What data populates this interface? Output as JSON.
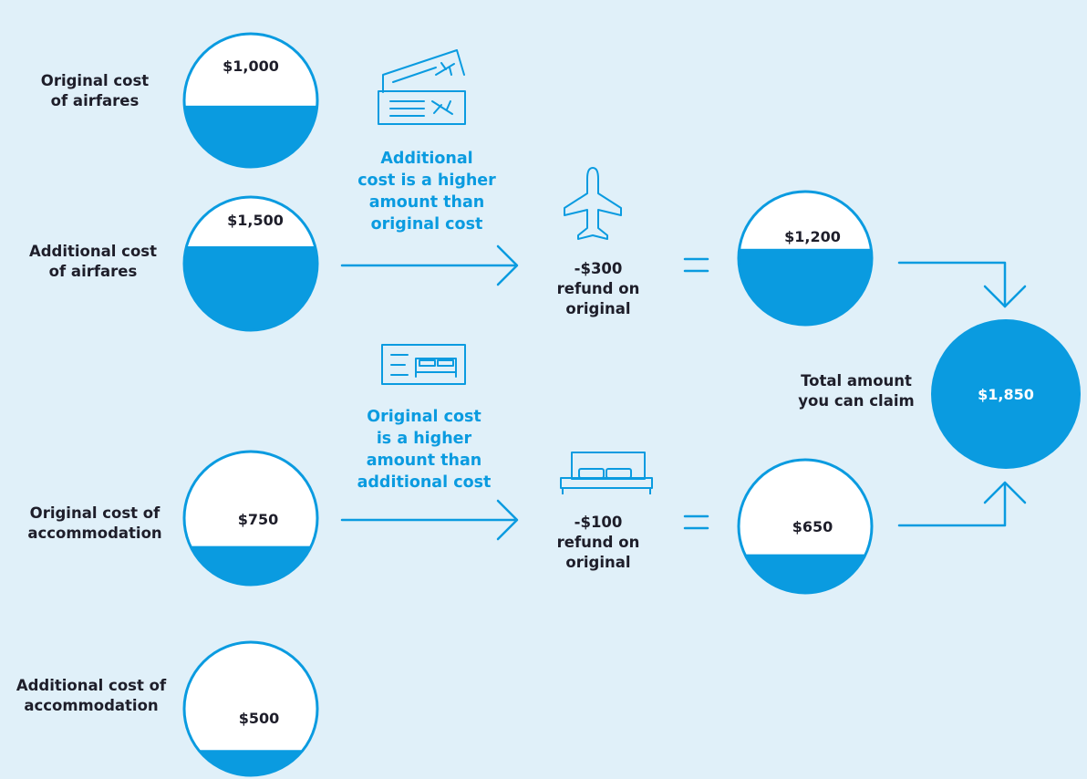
{
  "labels": {
    "orig_air": "Original cost\nof airfares",
    "add_air": "Additional cost\nof airfares",
    "orig_acc": "Original cost of\naccommodation",
    "add_acc": "Additional cost of\naccommodation",
    "total": "Total amount\nyou can claim"
  },
  "notes": {
    "air": "Additional\ncost is a higher\namount than\noriginal cost",
    "acc": "Original cost\nis a higher\namount than\nadditional cost"
  },
  "refunds": {
    "air": "-$300\nrefund on\noriginal",
    "acc": "-$100\nrefund on\noriginal"
  },
  "amounts": {
    "orig_air": "$1,000",
    "add_air": "$1,500",
    "orig_acc": "$750",
    "add_acc": "$500",
    "result_air": "$1,200",
    "result_acc": "$650",
    "total": "$1,850"
  },
  "fill_levels": {
    "orig_air": 0.46,
    "add_air": 0.63,
    "orig_acc": 0.29,
    "add_acc": 0.19,
    "result_air": 0.57,
    "result_acc": 0.29
  },
  "colors": {
    "accent": "#0a9be0",
    "background": "#e0f0f9",
    "text": "#1e1e2a"
  }
}
